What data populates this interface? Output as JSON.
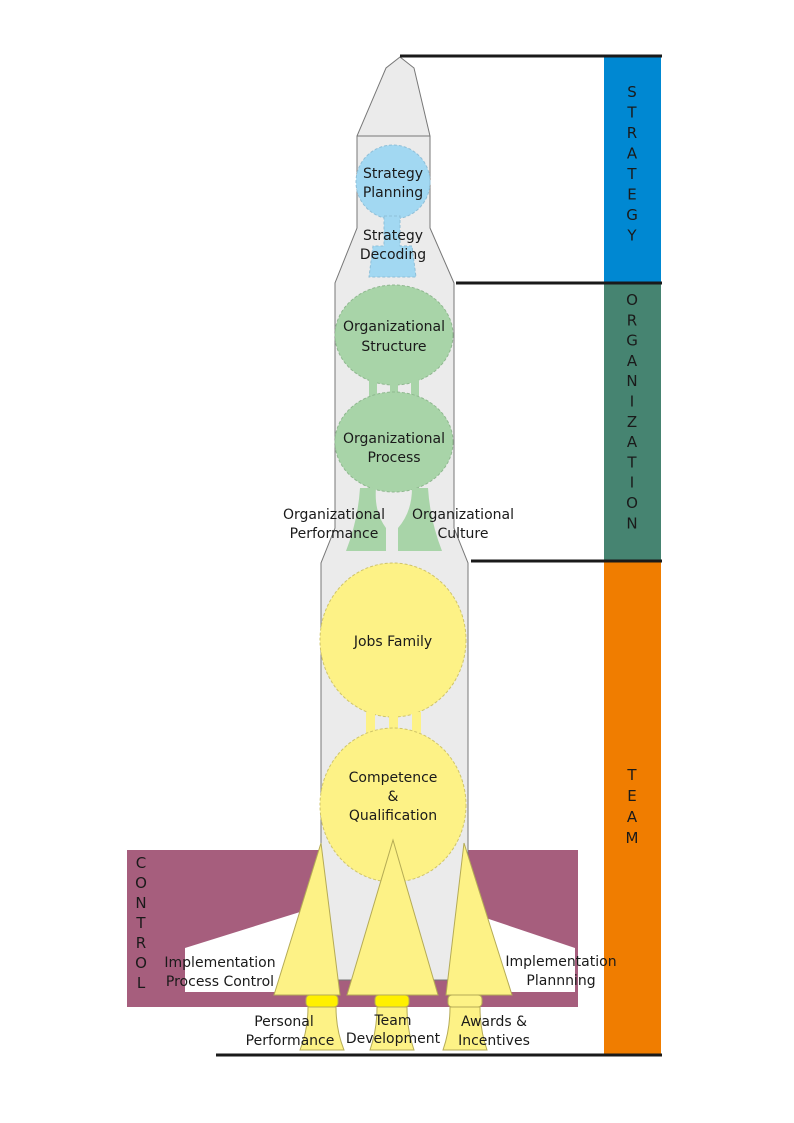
{
  "colors": {
    "strategy_bar": "#0088d2",
    "organization_bar": "#468471",
    "team_bar": "#f07d00",
    "control_band": "#a65e7d",
    "rocket_body": "#ebebeb",
    "strategy_fill": "#a2d8f2",
    "organization_fill": "#a8d4a8",
    "team_fill": "#fdf286",
    "nozzle_yellow": "#fff000"
  },
  "bars": {
    "strategy": "STRATEGY",
    "organization": "ORGANIZATION",
    "team": "TEAM"
  },
  "control": {
    "label": "CONTROL",
    "left_line1": "Implementation",
    "left_line2": "Process Control",
    "right_line1": "Implementation",
    "right_line2": "Plannning"
  },
  "strategy": {
    "planning_line1": "Strategy",
    "planning_line2": "Planning",
    "decoding_line1": "Strategy",
    "decoding_line2": "Decoding"
  },
  "organization": {
    "structure_line1": "Organizational",
    "structure_line2": "Structure",
    "process_line1": "Organizational",
    "process_line2": "Process",
    "performance_line1": "Organizational",
    "performance_line2": "Performance",
    "culture_line1": "Organizational",
    "culture_line2": "Culture"
  },
  "team": {
    "jobs_family": "Jobs Family",
    "competence_line1": "Competence",
    "competence_line2": "&",
    "competence_line3": "Qualification"
  },
  "engines": {
    "personal_line1": "Personal",
    "personal_line2": "Performance",
    "team_line1": "Team",
    "team_line2": "Development",
    "awards_line1": "Awards &",
    "awards_line2": "Incentives"
  }
}
